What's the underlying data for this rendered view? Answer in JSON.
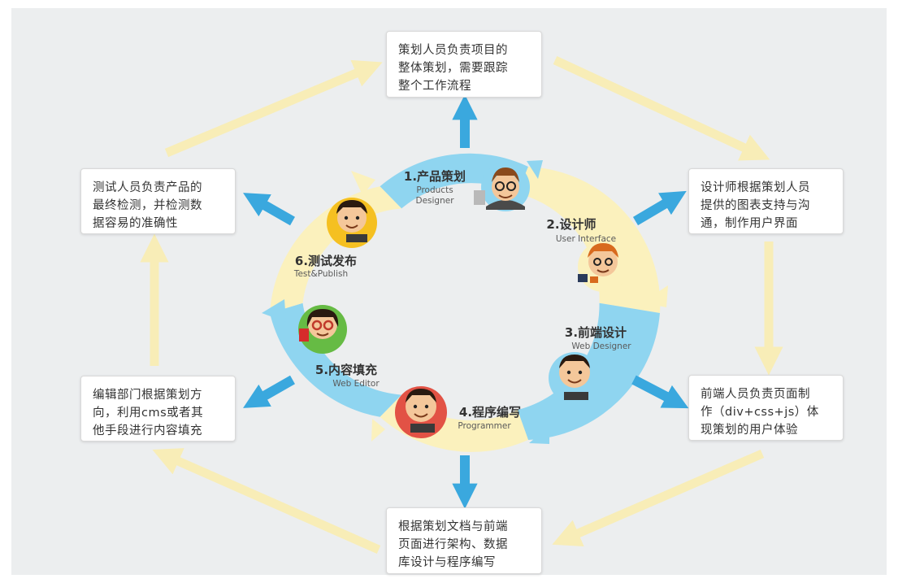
{
  "stages": [
    {
      "title": "1.产品策划",
      "subtitle": "Products",
      "subtitle2": "Designer"
    },
    {
      "title": "2.设计师",
      "subtitle": "User Interface"
    },
    {
      "title": "3.前端设计",
      "subtitle": "Web Designer"
    },
    {
      "title": "4.程序编写",
      "subtitle": "Programmer"
    },
    {
      "title": "5.内容填充",
      "subtitle": "Web Editor"
    },
    {
      "title": "6.测试发布",
      "subtitle": "Test&Publish"
    }
  ],
  "boxes": [
    {
      "text": "策划人员负责项目的\n整体策划，需要跟踪\n整个工作流程"
    },
    {
      "text": "设计师根据策划人员\n提供的图表支持与沟\n通，制作用户界面"
    },
    {
      "text": "前端人员负责页面制\n作（div+css+js）体\n现策划的用户体验"
    },
    {
      "text": "根据策划文档与前端\n页面进行架构、数据\n库设计与程序编写"
    },
    {
      "text": "编辑部门根据策划方\n向，利用cms或者其\n他手段进行内容填充"
    },
    {
      "text": "测试人员负责产品的\n最终检测，并检测数\n据容易的准确性"
    }
  ],
  "colors": {
    "background": "#eceeef",
    "ring_blue": "#8fd5f0",
    "ring_yellow": "#fbf1bd",
    "arrow_blue": "#3aa8de",
    "arrow_yellow": "#f8edb7"
  }
}
